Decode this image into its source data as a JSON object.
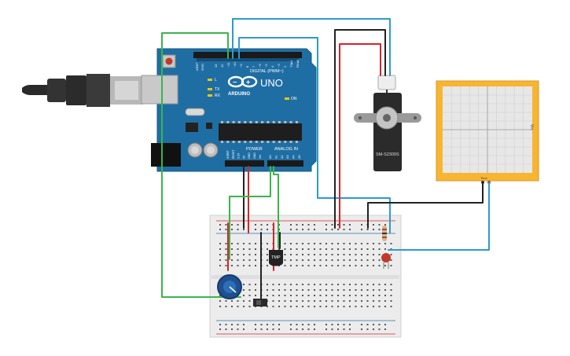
{
  "arduino": {
    "brand": "UNO",
    "logo_text": "ARDUINO",
    "digital_label": "DIGITAL (PWM~)",
    "power_label": "POWER",
    "analog_label": "ANALOG IN",
    "tx_label": "TX",
    "rx_label": "RX",
    "l_label": "L",
    "on_label": "ON",
    "aref_label": "AREF",
    "gnd_label": "GND",
    "digital_pins": [
      "13",
      "12",
      "~11",
      "~10",
      "~9",
      "8",
      "7",
      "~6",
      "~5",
      "4",
      "~3",
      "2",
      "TX▸1",
      "RX◂0"
    ],
    "power_pins": [
      "IOREF",
      "RESET",
      "3.3V",
      "5V",
      "GND",
      "GND",
      "Vin"
    ],
    "analog_pins": [
      "A0",
      "A1",
      "A2",
      "A3",
      "A4",
      "A5"
    ]
  },
  "servo": {
    "label": "SM-S2309S"
  },
  "sensor": {
    "label": "TMP"
  },
  "oscilloscope": {
    "label": "Vin",
    "side_label": "Time"
  },
  "colors": {
    "board": "#1f6ea3",
    "wire_green": "#3bb54a",
    "wire_blue": "#2c9bd0",
    "wire_red": "#d4242a",
    "wire_black": "#222222",
    "scope_frame": "#f7b531",
    "breadboard": "#ececec"
  }
}
